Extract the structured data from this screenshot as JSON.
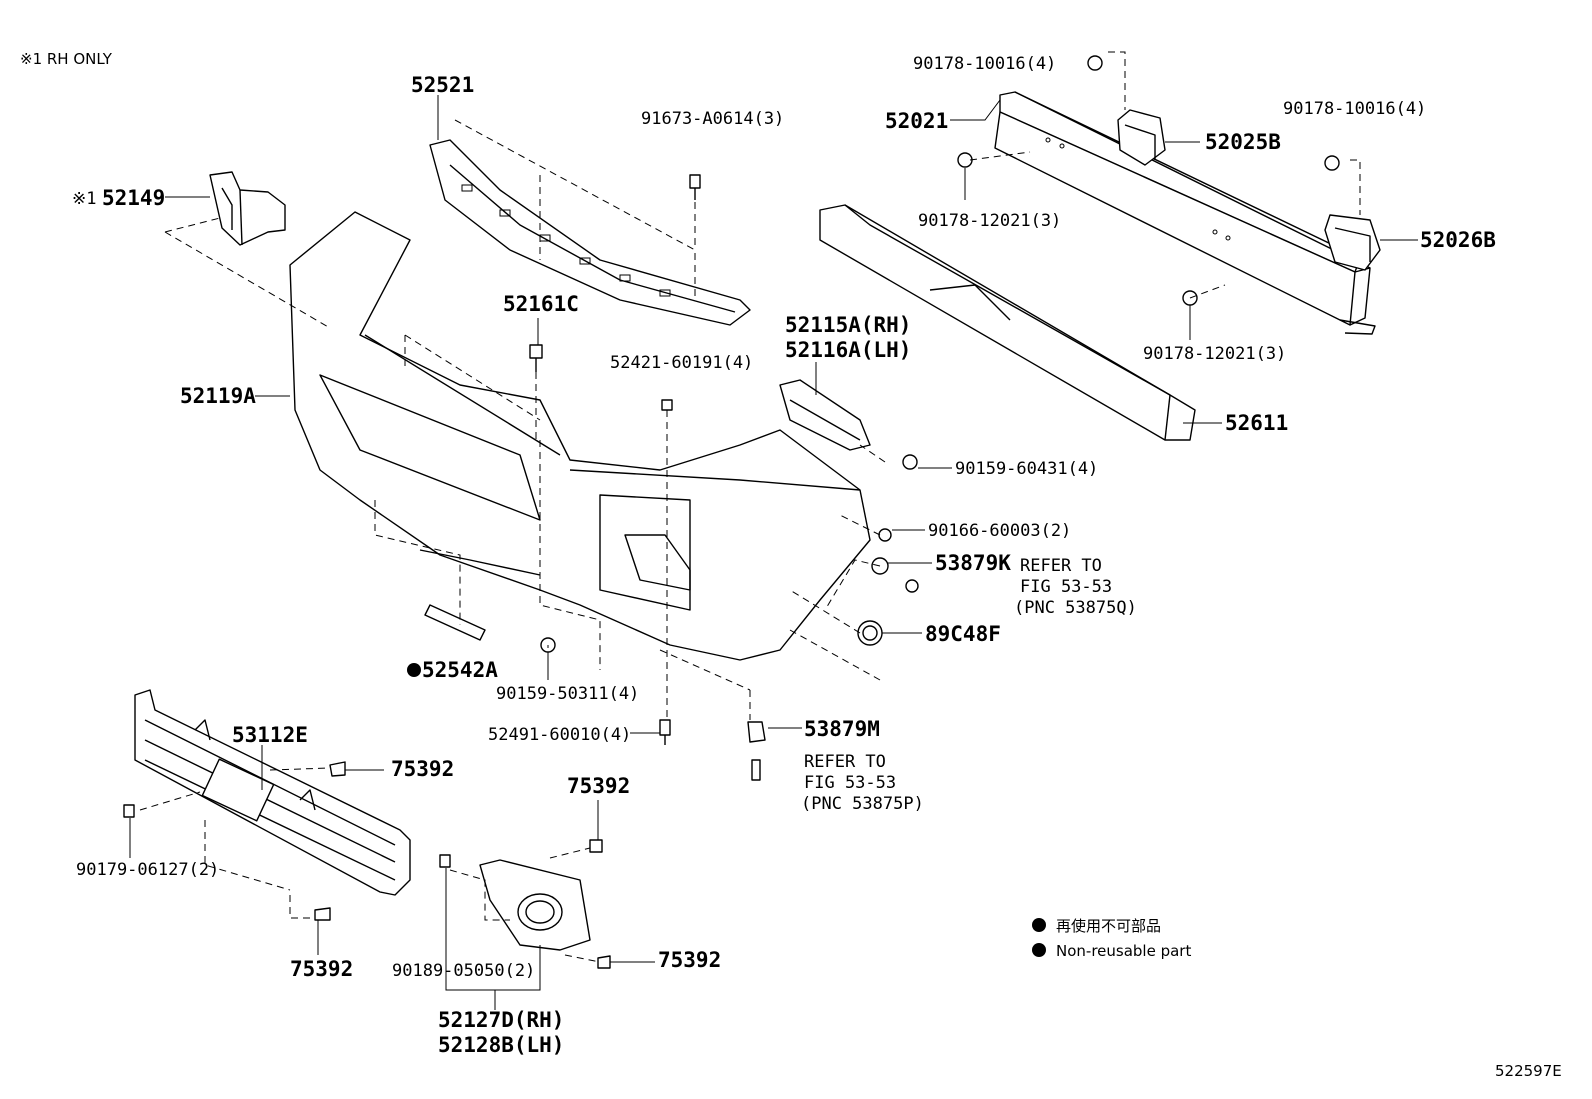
{
  "notes": {
    "rh_only": "※1 RH ONLY",
    "rh_mark": "※1",
    "figure_code": "522597E"
  },
  "legend": {
    "jp": "再使用不可部品",
    "en": "Non-reusable part"
  },
  "parts": {
    "p52521": "52521",
    "p91673": "91673-A0614(3)",
    "p90178_10016_a": "90178-10016(4)",
    "p52021": "52021",
    "p52025B": "52025B",
    "p90178_10016_b": "90178-10016(4)",
    "p52149": "52149",
    "p90178_12021_a": "90178-12021(3)",
    "p52026B": "52026B",
    "p90178_12021_b": "90178-12021(3)",
    "p52161C": "52161C",
    "p52115A": "52115A(RH)",
    "p52116A": "52116A(LH)",
    "p52421": "52421-60191(4)",
    "p52119A": "52119A",
    "p52611": "52611",
    "p90159_60431": "90159-60431(4)",
    "p90166": "90166-60003(2)",
    "p53879K": "53879K",
    "ref_k_1": "REFER TO",
    "ref_k_2": "FIG 53-53",
    "ref_k_3": "(PNC 53875Q)",
    "p89C48F": "89C48F",
    "p52542A": "52542A",
    "p90159_50311": "90159-50311(4)",
    "p52491": "52491-60010(4)",
    "p53879M": "53879M",
    "ref_m_1": "REFER TO",
    "ref_m_2": "FIG 53-53",
    "ref_m_3": "(PNC 53875P)",
    "p53112E": "53112E",
    "p75392_a": "75392",
    "p75392_b": "75392",
    "p75392_c": "75392",
    "p75392_d": "75392",
    "p90179": "90179-06127(2)",
    "p90189": "90189-05050(2)",
    "p52127D": "52127D(RH)",
    "p52128B": "52128B(LH)"
  }
}
